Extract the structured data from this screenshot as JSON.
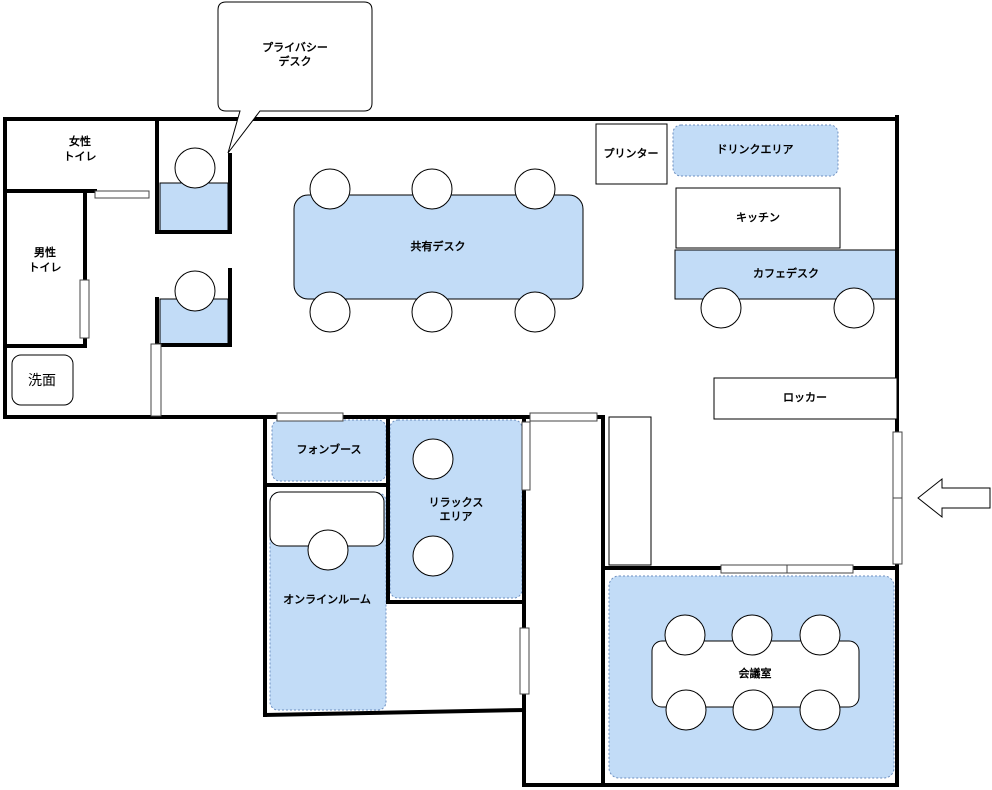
{
  "colors": {
    "wall": "#000000",
    "room_fill": "#c2dcf7",
    "room_stroke": "#6c8ebf",
    "plain_fill": "#ffffff",
    "door": "#ffffff"
  },
  "callout": {
    "line1": "プライバシー",
    "line2": "デスク"
  },
  "restrooms": {
    "women_line1": "女性",
    "women_line2": "トイレ",
    "men_line1": "男性",
    "men_line2": "トイレ",
    "wash": "洗面"
  },
  "areas": {
    "shared_desk": "共有デスク",
    "printer": "プリンター",
    "drink_area": "ドリンクエリア",
    "kitchen": "キッチン",
    "cafe_desk": "カフェデスク",
    "locker": "ロッカー",
    "phone_booth": "フォンブース",
    "relax_line1": "リラックス",
    "relax_line2": "エリア",
    "online_room": "オンラインルーム",
    "meeting_room": "会議室"
  },
  "entrance_arrow_icon": "arrow-left-icon"
}
